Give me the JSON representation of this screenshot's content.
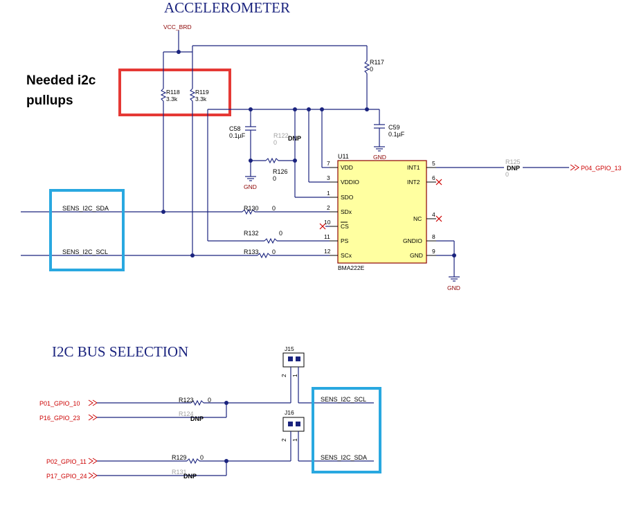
{
  "titles": {
    "accelerometer": "ACCELEROMETER",
    "bus_selection": "I2C BUS SELECTION"
  },
  "annotation": {
    "line1": "Needed i2c",
    "line2": "pullups"
  },
  "colors": {
    "annotation_box": "#e53935",
    "highlight_box": "#29a8e0",
    "wire": "#1a237e",
    "port": "#cc0000",
    "chip_fill": "#ffffa0"
  },
  "power": {
    "vcc": "VCC_BRD",
    "gnd": "GND"
  },
  "nets": {
    "sda": "SENS_I2C_SDA",
    "scl": "SENS_I2C_SCL"
  },
  "ports": {
    "int1": "P04_GPIO_13",
    "p01": "P01_GPIO_10",
    "p16": "P16_GPIO_23",
    "p02": "P02_GPIO_11",
    "p17": "P17_GPIO_24"
  },
  "components": {
    "r117": {
      "ref": "R117",
      "value": "0"
    },
    "r118": {
      "ref": "R118",
      "value": "3.3k"
    },
    "r119": {
      "ref": "R119",
      "value": "3.3k"
    },
    "r122": {
      "ref": "R122",
      "value": "0"
    },
    "r126": {
      "ref": "R126",
      "value": "0"
    },
    "r125": {
      "ref": "R125",
      "value": "0"
    },
    "r130": {
      "ref": "R130",
      "value": "0"
    },
    "r132": {
      "ref": "R132",
      "value": "0"
    },
    "r133": {
      "ref": "R133",
      "value": "0"
    },
    "r123": {
      "ref": "R123",
      "value": "0"
    },
    "r124": {
      "ref": "R124"
    },
    "r129": {
      "ref": "R129",
      "value": "0"
    },
    "r131": {
      "ref": "R131"
    },
    "c58": {
      "ref": "C58",
      "value": "0.1µF"
    },
    "c59": {
      "ref": "C59",
      "value": "0.1µF"
    },
    "j15": {
      "ref": "J15",
      "pin2": "2",
      "pin1": "1"
    },
    "j16": {
      "ref": "J16",
      "pin2": "2",
      "pin1": "1"
    },
    "dnp": "DNP"
  },
  "chip": {
    "ref": "U11",
    "part": "BMA222E",
    "left_pins": [
      {
        "num": "7",
        "name": "VDD"
      },
      {
        "num": "3",
        "name": "VDDIO"
      },
      {
        "num": "1",
        "name": "SDO"
      },
      {
        "num": "2",
        "name": "SDx"
      },
      {
        "num": "10",
        "name": "CS"
      },
      {
        "num": "11",
        "name": "PS"
      },
      {
        "num": "12",
        "name": "SCx"
      }
    ],
    "right_pins": [
      {
        "num": "5",
        "name": "INT1"
      },
      {
        "num": "6",
        "name": "INT2"
      },
      {
        "num": "4",
        "name": "NC"
      },
      {
        "num": "8",
        "name": "GNDIO"
      },
      {
        "num": "9",
        "name": "GND"
      }
    ]
  }
}
